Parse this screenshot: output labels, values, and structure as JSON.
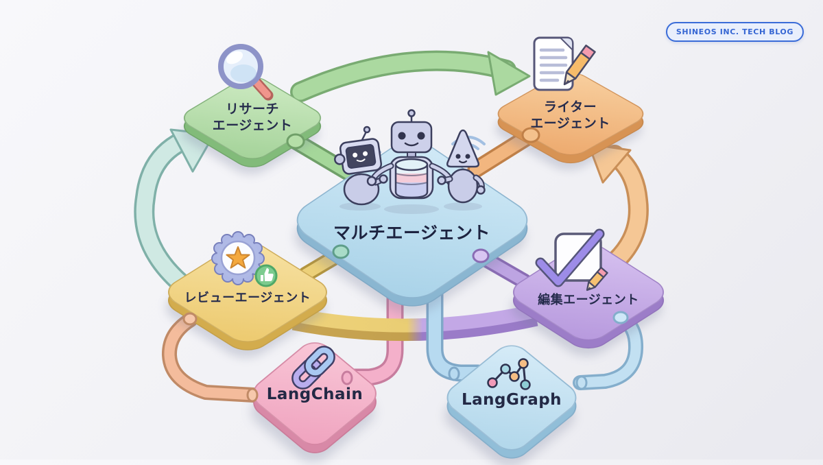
{
  "badge": {
    "label": "SHINEOS INC. TECH BLOG",
    "color": "#3a6cd8"
  },
  "nodes": {
    "research": {
      "line1": "リサーチ",
      "line2": "エージェント",
      "icon": "magnifier-icon",
      "color": "#b9e0af"
    },
    "writer": {
      "line1": "ライター",
      "line2": "エージェント",
      "icon": "document-pencil-icon",
      "color": "#f4c28e"
    },
    "multi_agent": {
      "label": "マルチエージェント",
      "icon": "robots-icon",
      "color": "#bfe0f0"
    },
    "review": {
      "label": "レビューエージェント",
      "icon": "star-badge-thumbs-up-icon",
      "color": "#f1d78c"
    },
    "edit": {
      "label": "編集エージェント",
      "icon": "checkbox-pencil-icon",
      "color": "#c8b2e8"
    },
    "langchain": {
      "label": "LangChain",
      "icon": "chain-link-icon",
      "color": "#f5b9cd"
    },
    "langgraph": {
      "label": "LangGraph",
      "icon": "graph-nodes-icon",
      "color": "#c8e4f4"
    }
  },
  "connections": [
    {
      "type": "arc-arrow",
      "from": "research",
      "to": "writer",
      "color": "#a9d89f"
    },
    {
      "type": "arc-arrow",
      "from": "review",
      "to": "research",
      "color": "#cfe9e3"
    },
    {
      "type": "arc-arrow",
      "from": "edit",
      "to": "writer",
      "color": "#f4c795"
    },
    {
      "type": "pipe",
      "from": "research",
      "to": "multi_agent",
      "color": "#9fd396"
    },
    {
      "type": "pipe",
      "from": "writer",
      "to": "multi_agent",
      "color": "#f0b27e"
    },
    {
      "type": "pipe",
      "from": "review",
      "to": "multi_agent",
      "color": "#e9ce74"
    },
    {
      "type": "pipe",
      "from": "edit",
      "to": "multi_agent",
      "color": "#b9a0de"
    },
    {
      "type": "pipe",
      "from": "multi_agent",
      "to": "langchain",
      "color": "#f3aec8"
    },
    {
      "type": "pipe",
      "from": "multi_agent",
      "to": "langgraph",
      "color": "#b5d8ee"
    },
    {
      "type": "pipe",
      "from": "review",
      "to": "langchain",
      "color": "#f2b898"
    },
    {
      "type": "pipe",
      "from": "edit",
      "to": "langgraph",
      "color": "#bcdcf0"
    },
    {
      "type": "ribbon",
      "from": "review",
      "to": "edit",
      "color": "#eace74 / #c3a8e6"
    }
  ]
}
